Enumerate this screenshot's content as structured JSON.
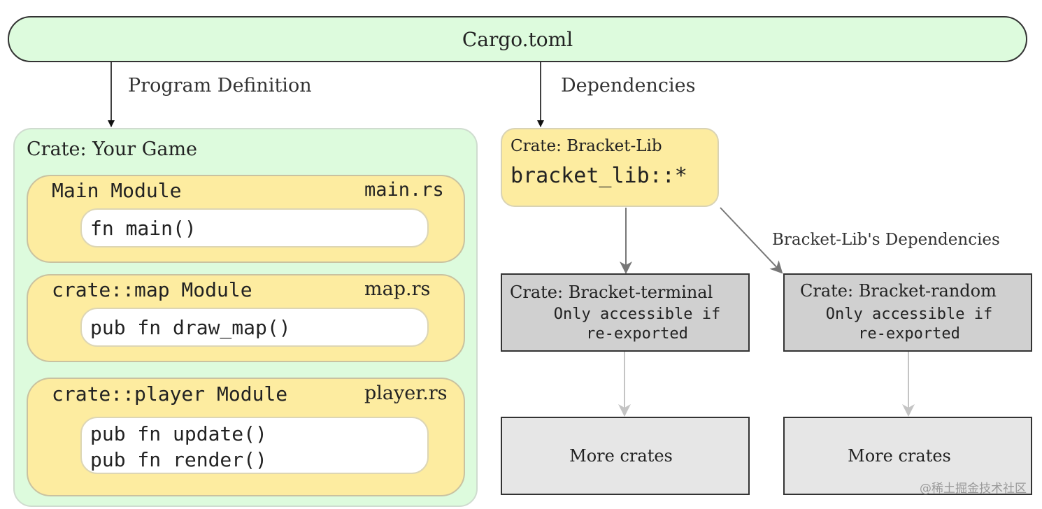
{
  "cargo": {
    "label": "Cargo.toml"
  },
  "edges": {
    "program_definition": "Program Definition",
    "dependencies": "Dependencies",
    "bracket_lib_dependencies": "Bracket-Lib's Dependencies"
  },
  "crate_game": {
    "title": "Crate: Your Game",
    "modules": [
      {
        "name": "Main Module",
        "file": "main.rs",
        "functions": [
          "fn main()"
        ]
      },
      {
        "name": "crate::map Module",
        "file": "map.rs",
        "functions": [
          "pub fn draw_map()"
        ]
      },
      {
        "name": "crate::player Module",
        "file": "player.rs",
        "functions": [
          "pub fn update()",
          "pub fn render()"
        ]
      }
    ]
  },
  "crate_bracket_lib": {
    "title": "Crate: Bracket-Lib",
    "code": "bracket_lib::*"
  },
  "dependency_crates": [
    {
      "title": "Crate: Bracket-terminal",
      "note_line1": "Only accessible if",
      "note_line2": "re-exported",
      "more": "More crates"
    },
    {
      "title": "Crate: Bracket-random",
      "note_line1": "Only accessible if",
      "note_line2": "re-exported",
      "more": "More crates"
    }
  ],
  "colors": {
    "green_fill": "#ddfbdd",
    "yellow_fill": "#fdeca0",
    "gray_fill": "#d0d0d0",
    "light_gray_fill": "#e6e6e6"
  },
  "watermark": "@稀土掘金技术社区"
}
